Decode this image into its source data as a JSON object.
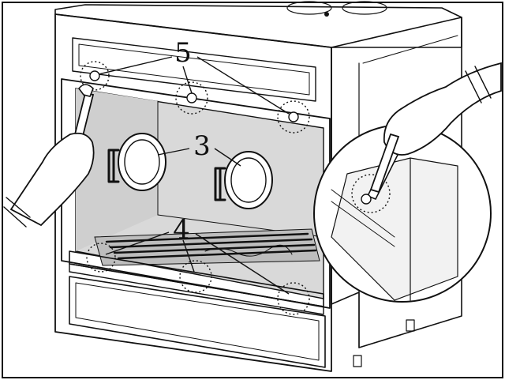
{
  "callouts": [
    {
      "id": "5",
      "label": "5"
    },
    {
      "id": "3",
      "label": "3"
    },
    {
      "id": "4",
      "label": "4"
    }
  ],
  "colors": {
    "line": "#111111",
    "glass": "#d9d9d9",
    "glass_dark": "#bdbdbd",
    "paper": "#ffffff"
  }
}
